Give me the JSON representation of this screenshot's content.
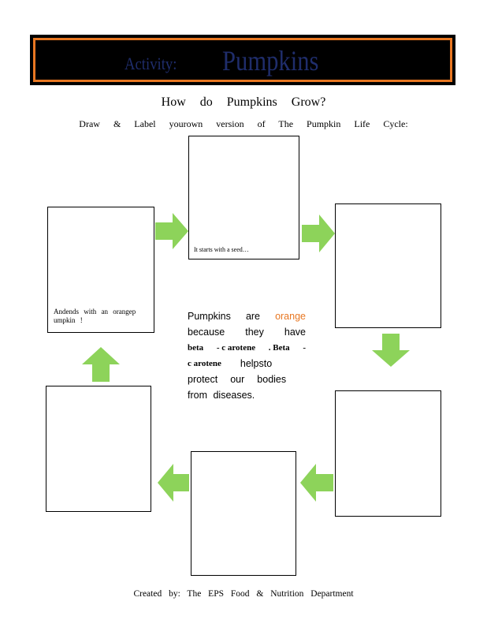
{
  "banner": {
    "activity_label": "Activity:",
    "title": "Pumpkins"
  },
  "question": "How do Pumpkins Grow?",
  "instruction": "Draw & Label yourown version of The Pumpkin Life Cycle:",
  "boxes": {
    "top_caption": "It starts with a seed…",
    "left_caption": "Andends with an orangep umpkin !"
  },
  "fact": {
    "line1_a": "Pumpkins",
    "line1_b": "are",
    "line1_c": "orange",
    "line2_a": "because",
    "line2_b": "they",
    "line2_c": "have",
    "line3_a": "beta",
    "line3_b": "- c arotene",
    "line3_c": ". Beta",
    "line3_d": "-",
    "line4_a": "c arotene",
    "line4_b": "helpsto",
    "line5_a": "protect",
    "line5_b": "our",
    "line5_c": "bodies",
    "line6": "from diseases."
  },
  "footer": "Created by: The EPS Food & Nutrition Department",
  "colors": {
    "banner_bg": "#000000",
    "banner_border": "#e87722",
    "banner_text": "#1f2d6b",
    "arrow": "#8dd35a",
    "orange_text": "#e87722"
  }
}
